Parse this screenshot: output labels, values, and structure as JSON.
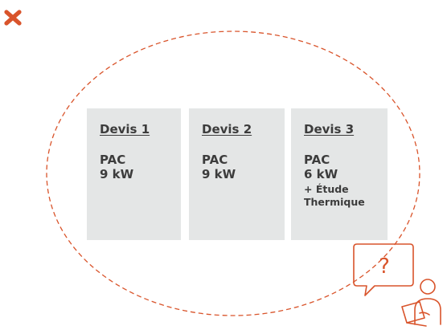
{
  "colors": {
    "accent": "#d9542b",
    "card_background": "#e4e6e6",
    "card_text": "#3c3c3c",
    "outline": "#d9542b"
  },
  "icons": {
    "close": "close-x-icon",
    "advisor": "person-question-laptop-icon"
  },
  "quotes": [
    {
      "title": "Devis 1",
      "line1": "PAC",
      "line2": "9 kW",
      "extra": ""
    },
    {
      "title": "Devis 2",
      "line1": "PAC",
      "line2": "9 kW",
      "extra": ""
    },
    {
      "title": "Devis 3",
      "line1": "PAC",
      "line2": "6 kW",
      "extra": "+ Étude Thermique"
    }
  ],
  "advisor_bubble": {
    "symbol": "?"
  }
}
